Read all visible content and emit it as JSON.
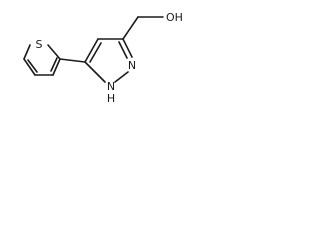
{
  "atoms": {
    "sulfur": "S",
    "nitrogen_n2": "N",
    "nitrogen_n1_h": "N",
    "hydrogen_on_n1": "H",
    "hydroxyl": "OH"
  }
}
